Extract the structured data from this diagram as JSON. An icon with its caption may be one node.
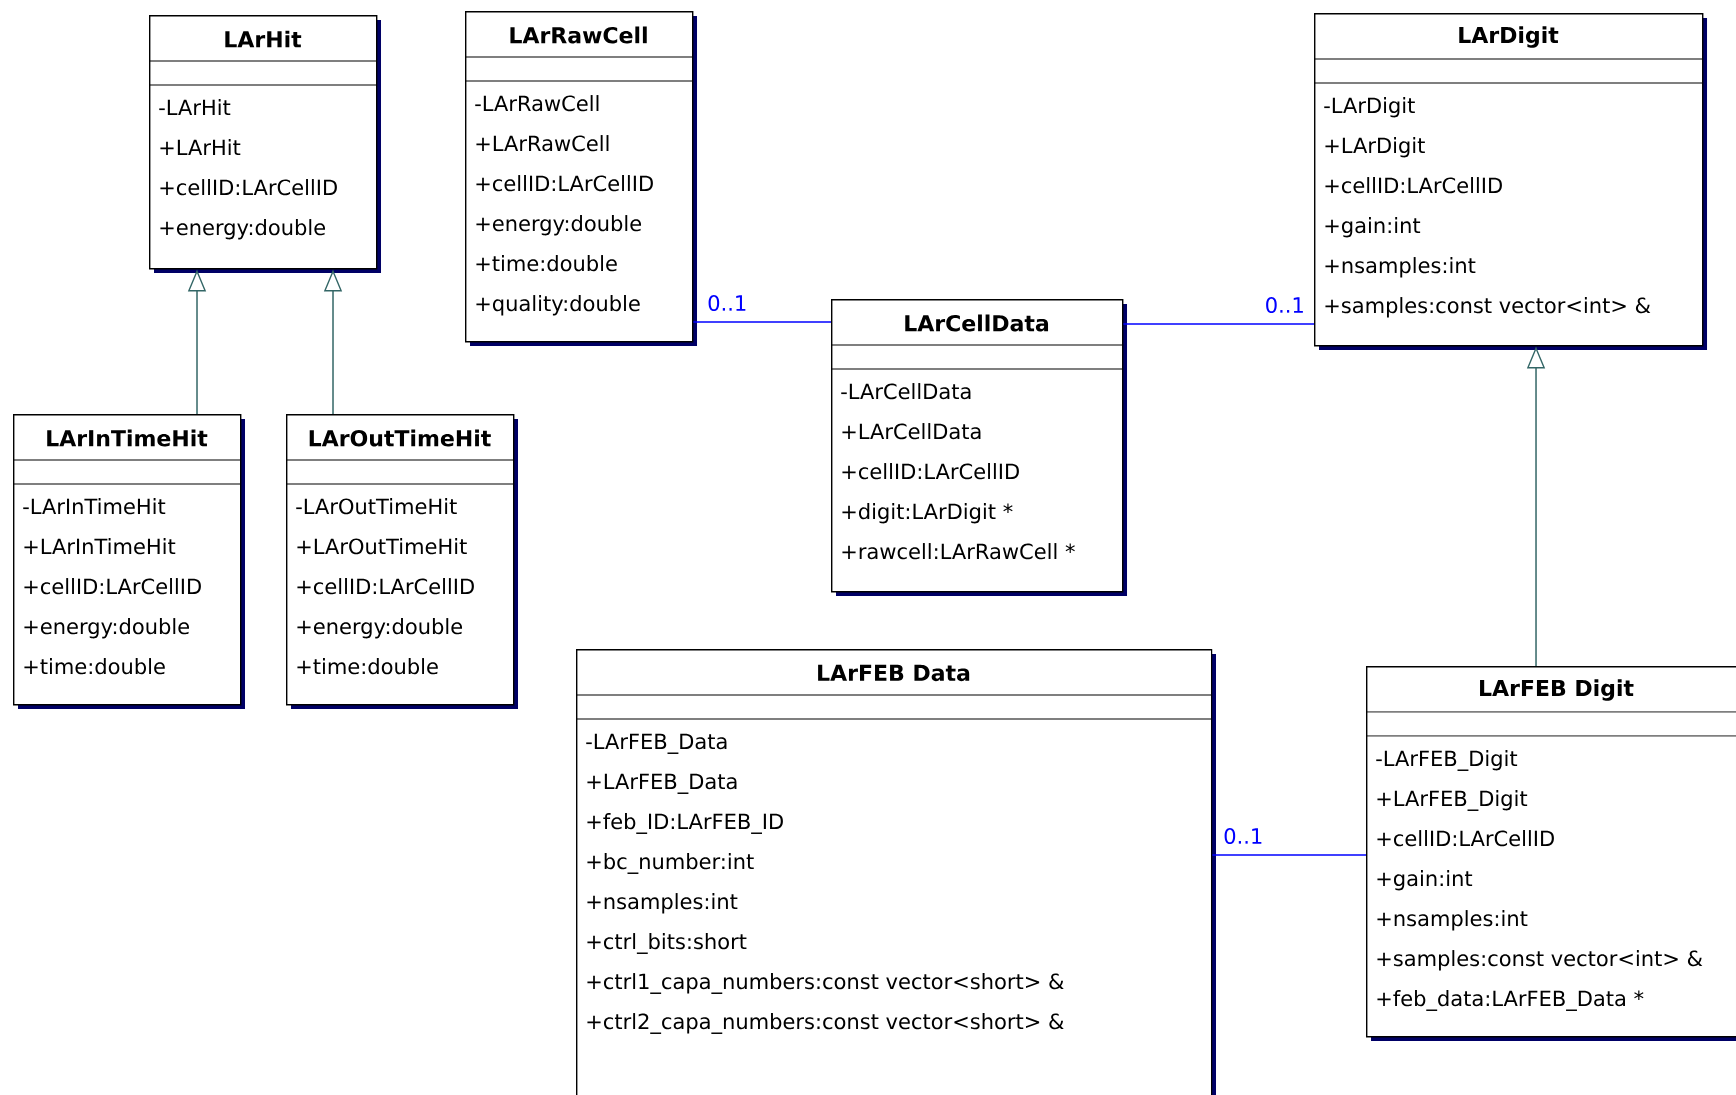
{
  "diagram": {
    "nodes": [
      {
        "text": [
          "LArHit",
          "-LArHit",
          "+LArHit",
          "+cellID:LArCellID",
          "+energy:double"
        ]
      },
      {
        "text": [
          "LArRawCell",
          "-LArRawCell",
          "+LArRawCell",
          "+cellID:LArCellID",
          "+energy:double",
          "+time:double",
          "+quality:double"
        ]
      },
      {
        "text": [
          "LArDigit",
          "-LArDigit",
          "+LArDigit",
          "+cellID:LArCellID",
          "+gain:int",
          "+nsamples:int",
          "+samples:const vector<int> &"
        ]
      },
      {
        "text": [
          "LArCellData",
          "-LArCellData",
          "+LArCellData",
          "+cellID:LArCellID",
          "+digit:LArDigit *",
          "+rawcell:LArRawCell *"
        ]
      },
      {
        "text": [
          "LArInTimeHit",
          "-LArInTimeHit",
          "+LArInTimeHit",
          "+cellID:LArCellID",
          "+energy:double",
          "+time:double"
        ]
      },
      {
        "text": [
          "LArOutTimeHit",
          "-LArOutTimeHit",
          "+LArOutTimeHit",
          "+cellID:LArCellID",
          "+energy:double",
          "+time:double"
        ]
      },
      {
        "text": [
          "LArFEB Data",
          "-LArFEB_Data",
          "+LArFEB_Data",
          "+feb_ID:LArFEB_ID",
          "+bc_number:int",
          "+nsamples:int",
          "+ctrl_bits:short",
          "+ctrl1_capa_numbers:const vector<short> &",
          "+ctrl2_capa_numbers:const vector<short> &"
        ]
      },
      {
        "text": [
          "LArFEB Digit",
          "-LArFEB_Digit",
          "+LArFEB_Digit",
          "+cellID:LArCellID",
          "+gain:int",
          "+nsamples:int",
          "+samples:const vector<int> &",
          "+feb_data:LArFEB_Data *"
        ]
      }
    ],
    "edges": [
      {
        "from": 4,
        "to": 0,
        "arrow": "to",
        "color": "#336666"
      },
      {
        "from": 5,
        "to": 0,
        "arrow": "to",
        "color": "#336666"
      },
      {
        "from": 7,
        "to": 2,
        "arrow": "to",
        "color": "#336666"
      },
      {
        "from": 1,
        "to": 3,
        "arrow": "none",
        "label": "0..1",
        "color": "#0000ff"
      },
      {
        "from": 3,
        "to": 2,
        "arrow": "none",
        "label": "0..1",
        "color": "#0000ff"
      },
      {
        "from": 6,
        "to": 7,
        "arrow": "none",
        "label": "0..1",
        "color": "#0000ff"
      }
    ]
  }
}
